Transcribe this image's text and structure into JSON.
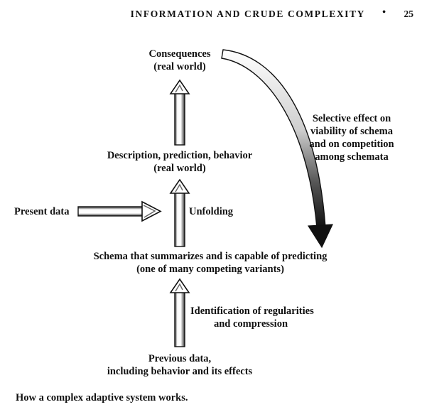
{
  "header": {
    "running_title": "INFORMATION AND CRUDE COMPLEXITY",
    "bullet": "•",
    "page_number": "25"
  },
  "diagram": {
    "consequences": {
      "line1": "Consequences",
      "line2": "(real world)"
    },
    "description": {
      "line1": "Description, prediction, behavior",
      "line2": "(real world)"
    },
    "present_data": "Present data",
    "unfolding": "Unfolding",
    "schema": {
      "line1": "Schema that summarizes and is capable of predicting",
      "line2": "(one of many competing variants)"
    },
    "identification": {
      "line1": "Identification of regularities",
      "line2": "and compression"
    },
    "previous_data": {
      "line1": "Previous data,",
      "line2": "including behavior and its effects"
    },
    "selective_effect": {
      "line1": "Selective effect on",
      "line2": "viability of schema",
      "line3": "and on competition",
      "line4": "among schemata"
    }
  },
  "caption": "How a complex adaptive system works."
}
